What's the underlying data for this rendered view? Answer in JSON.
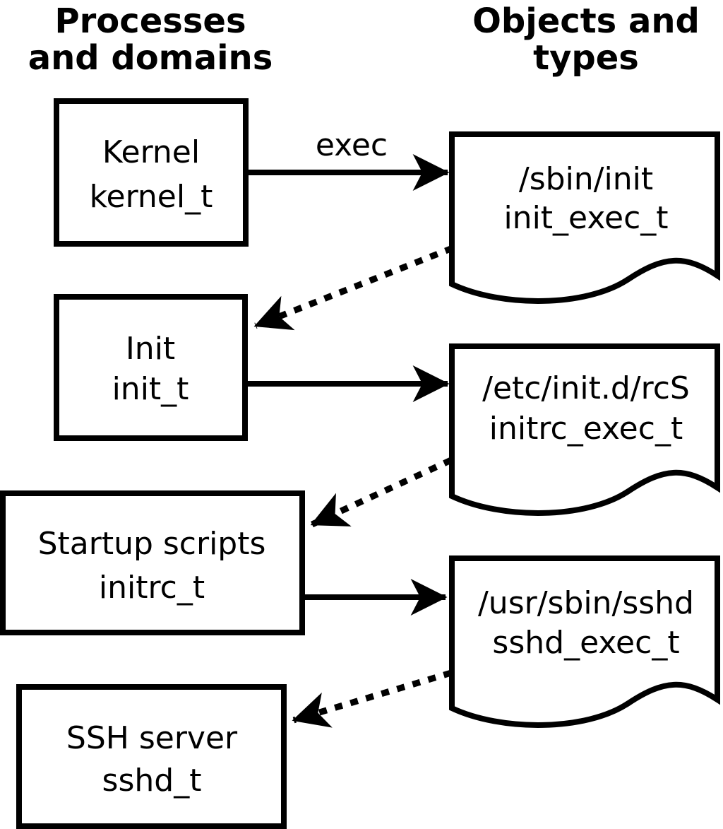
{
  "diagram": {
    "headers": {
      "left_line1": "Processes",
      "left_line2": "and domains",
      "right_line1": "Objects and",
      "right_line2": "types"
    },
    "arrow_label": "exec",
    "process_boxes": [
      {
        "title": "Kernel",
        "domain": "kernel_t"
      },
      {
        "title": "Init",
        "domain": "init_t"
      },
      {
        "title": "Startup scripts",
        "domain": "initrc_t"
      },
      {
        "title": "SSH server",
        "domain": "sshd_t"
      }
    ],
    "object_documents": [
      {
        "path": "/sbin/init",
        "type": "init_exec_t"
      },
      {
        "path": "/etc/init.d/rcS",
        "type": "initrc_exec_t"
      },
      {
        "path": "/usr/sbin/sshd",
        "type": "sshd_exec_t"
      }
    ],
    "colors": {
      "ink": "#000000",
      "background": "#ffffff"
    }
  }
}
